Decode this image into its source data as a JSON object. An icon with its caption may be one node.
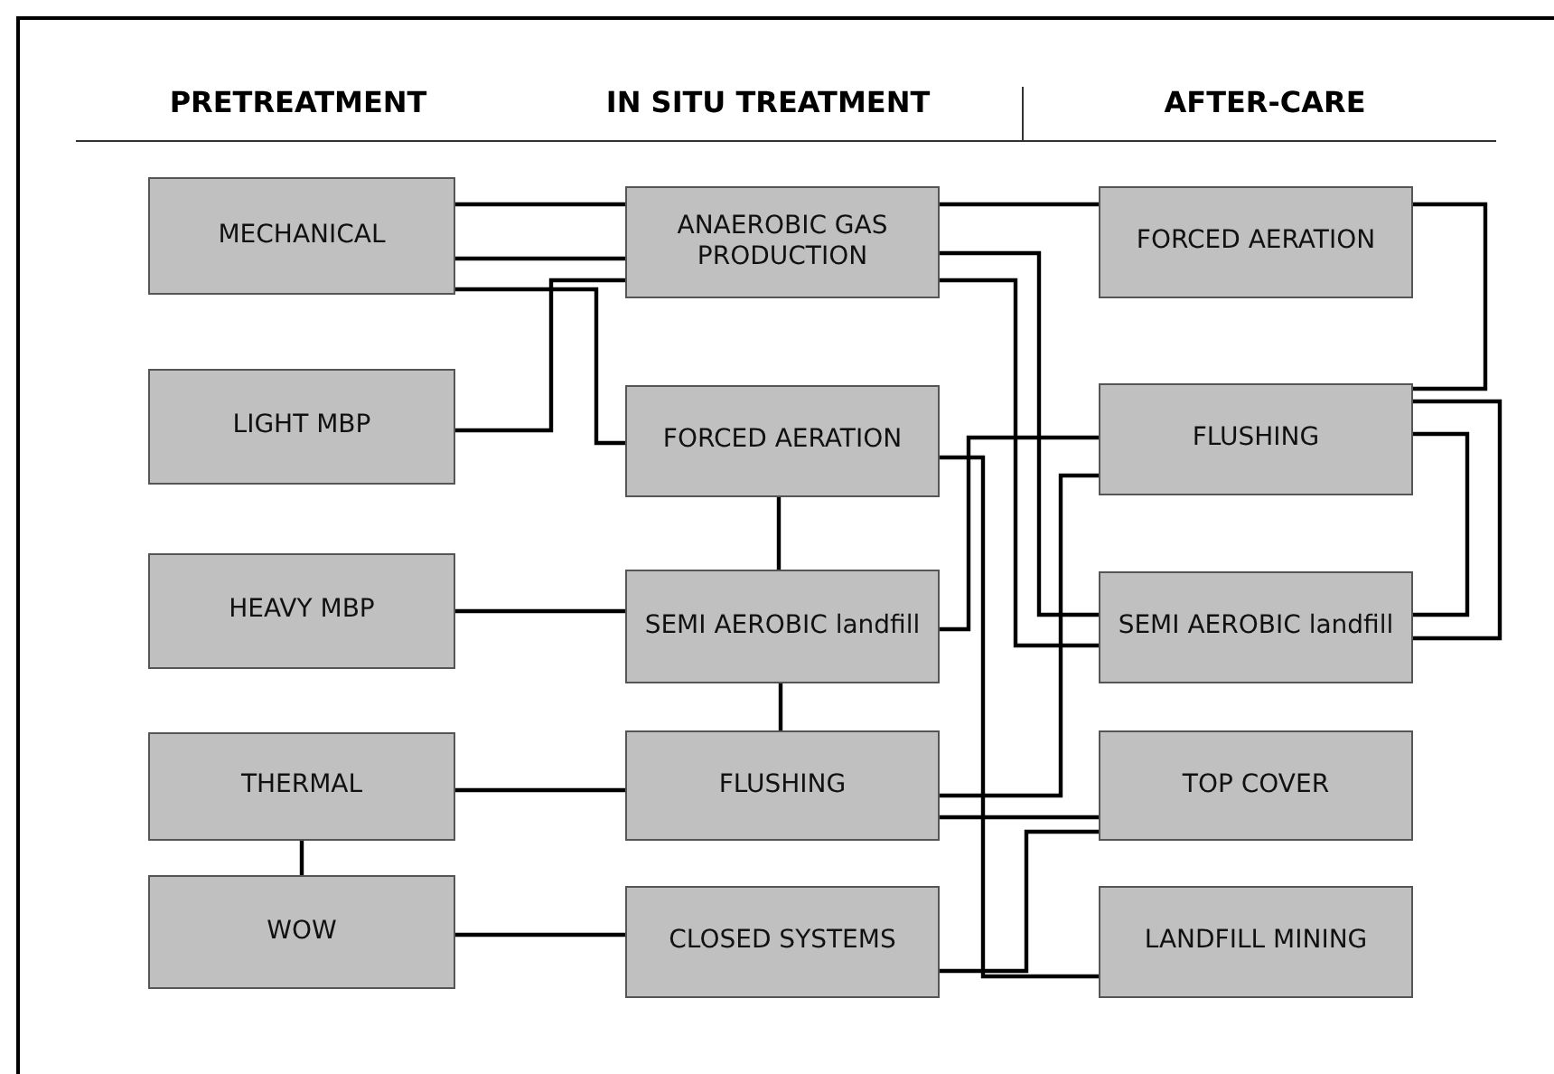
{
  "diagram": {
    "nodes": [
      {
        "text": [
          "MECHANICAL"
        ]
      },
      {
        "text": [
          "LIGHT MBP"
        ]
      },
      {
        "text": [
          "HEAVY MBP"
        ]
      },
      {
        "text": [
          "THERMAL"
        ]
      },
      {
        "text": [
          "WOW"
        ]
      },
      {
        "text": [
          "ANAEROBIC GAS PRODUCTION"
        ]
      },
      {
        "text": [
          "FORCED AERATION"
        ]
      },
      {
        "text": [
          "SEMI AEROBIC landfill"
        ]
      },
      {
        "text": [
          "FLUSHING"
        ]
      },
      {
        "text": [
          "CLOSED SYSTEMS"
        ]
      },
      {
        "text": [
          "FORCED AERATION"
        ]
      },
      {
        "text": [
          "FLUSHING"
        ]
      },
      {
        "text": [
          "SEMI AEROBIC landfill"
        ]
      },
      {
        "text": [
          "TOP COVER"
        ]
      },
      {
        "text": [
          "LANDFILL MINING"
        ]
      }
    ],
    "edges": [
      {
        "from": 0,
        "to": 5,
        "arrow": "none"
      },
      {
        "from": 0,
        "to": 5,
        "arrow": "none"
      },
      {
        "from": 0,
        "to": 6,
        "arrow": "none"
      },
      {
        "from": 1,
        "to": 5,
        "arrow": "none"
      },
      {
        "from": 5,
        "to": 10,
        "arrow": "none"
      },
      {
        "from": 5,
        "to": 12,
        "arrow": "none"
      },
      {
        "from": 5,
        "to": 12,
        "arrow": "none"
      },
      {
        "from": 6,
        "to": 7,
        "arrow": "none"
      },
      {
        "from": 2,
        "to": 7,
        "arrow": "none"
      },
      {
        "from": 6,
        "to": 14,
        "arrow": "none"
      },
      {
        "from": 7,
        "to": 11,
        "arrow": "none"
      },
      {
        "from": 7,
        "to": 8,
        "arrow": "none"
      },
      {
        "from": 3,
        "to": 8,
        "arrow": "none"
      },
      {
        "from": 8,
        "to": 11,
        "arrow": "none"
      },
      {
        "from": 8,
        "to": 13,
        "arrow": "none"
      },
      {
        "from": 9,
        "to": 13,
        "arrow": "none"
      },
      {
        "from": 3,
        "to": 4,
        "arrow": "none"
      },
      {
        "from": 4,
        "to": 9,
        "arrow": "none"
      },
      {
        "from": 10,
        "to": 11,
        "arrow": "none"
      },
      {
        "from": 11,
        "to": 12,
        "arrow": "none"
      },
      {
        "from": 11,
        "to": 12,
        "arrow": "none"
      }
    ],
    "labels": [
      "PRETREATMENT",
      "IN SITU TREATMENT",
      "AFTER-CARE"
    ]
  }
}
